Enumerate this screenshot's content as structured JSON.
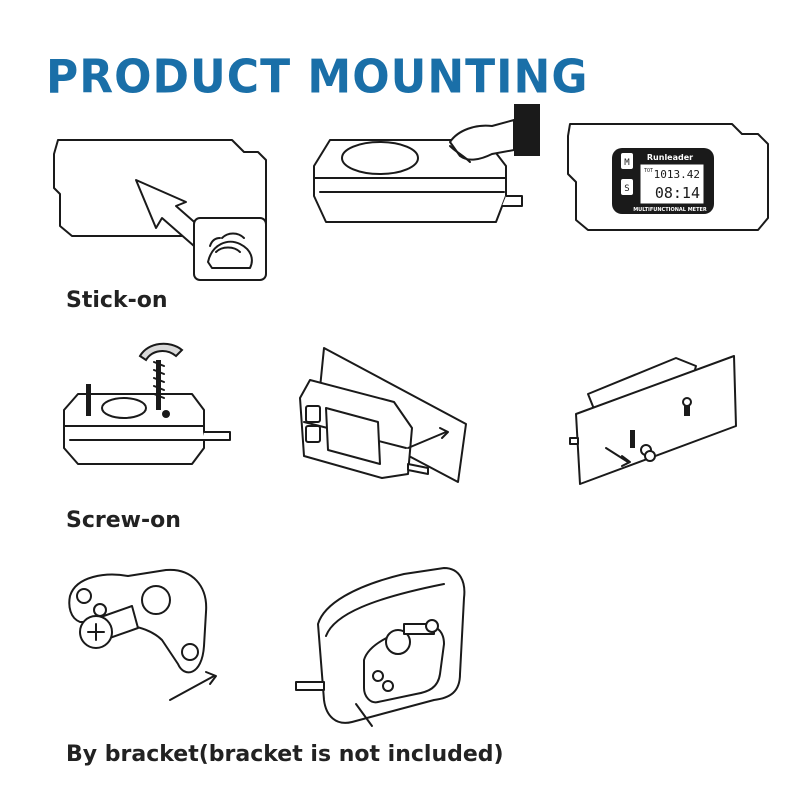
{
  "title": "PRODUCT MOUNTING",
  "sections": {
    "stick_on": {
      "label": "Stick-on"
    },
    "screw_on": {
      "label": "Screw-on"
    },
    "bracket": {
      "label": "By bracket(bracket is not included)"
    }
  },
  "meter": {
    "brand": "Runleader",
    "caption": "MULTIFUNCTIONAL METER",
    "button_m": "M",
    "button_s": "S",
    "tot_label": "TOT",
    "reading_top": "1013.42",
    "reading_bottom": "08:14"
  },
  "colors": {
    "title": "#1a6fa8",
    "label": "#222222",
    "line": "#1a1a1a"
  }
}
